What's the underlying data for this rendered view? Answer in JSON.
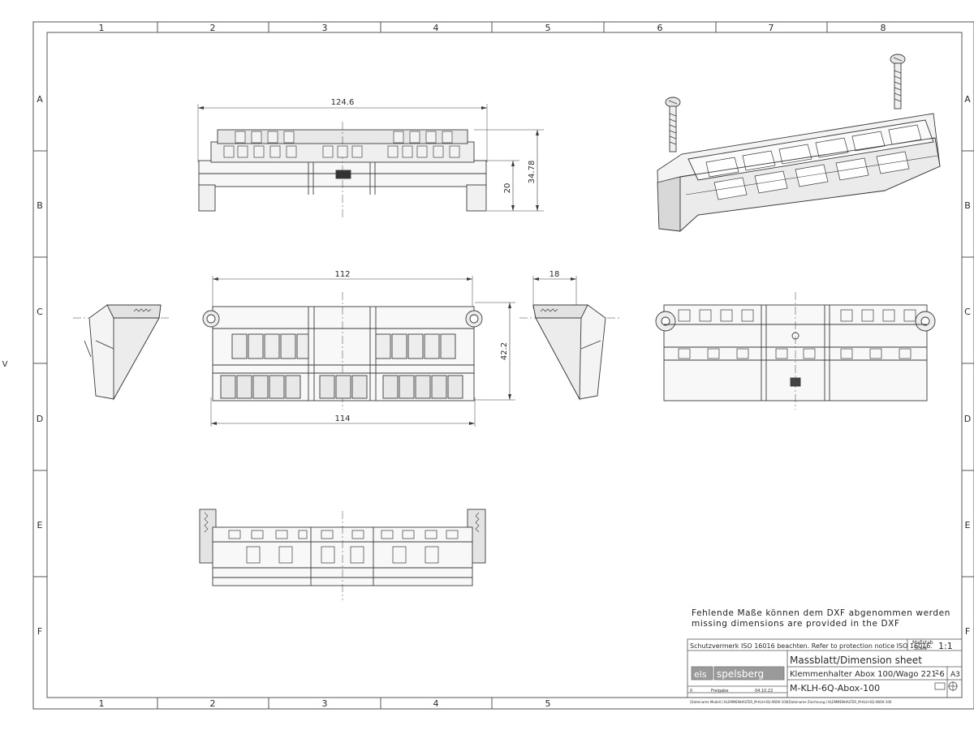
{
  "frame": {
    "col_labels": [
      "1",
      "2",
      "3",
      "4",
      "5",
      "6",
      "7",
      "8"
    ],
    "row_labels": [
      "A",
      "B",
      "C",
      "D",
      "E",
      "F"
    ],
    "side_label": "V"
  },
  "dimensions": {
    "front_width": "124.6",
    "front_height_small": "20",
    "front_height_large": "34.78",
    "top_inner_width": "112",
    "top_outer_width": "114",
    "top_height": "42.2",
    "side_depth": "18"
  },
  "notes": {
    "de": "Fehlende Maße können dem DXF abgenommen werden",
    "en": "missing dimensions are provided in the DXF"
  },
  "title_block": {
    "protection_notice": "Schutzvermerk ISO 16016 beachten. Refer to protection notice ISO 16016.",
    "scale_label_de": "Maßstab",
    "scale_label_en": "Scale",
    "scale_value": "1:1",
    "company": "spelsberg",
    "logo_letters": "els",
    "sheet_title": "Massblatt/Dimension sheet",
    "description": "Klemmenhalter Abox 100/Wago 221-6",
    "description_suffix": "2",
    "part_number": "M-KLH-6Q-Abox-100",
    "paper_format": "A3",
    "revision": "0",
    "release_label": "Freigabe",
    "release_date": "04.10.22",
    "model_file": "(Dateiname Modell:) KLEMMENHALTER_M-KLH-6Q-ABOX-100",
    "drawing_file": "(Dateiname Zeichnung:) KLEMMENHALTER_M-KLH-6Q-ABOX-100"
  },
  "colors": {
    "line": "#3a3a3a",
    "fill_light": "#f2f2f2",
    "fill_mid": "#d9d9d9"
  }
}
